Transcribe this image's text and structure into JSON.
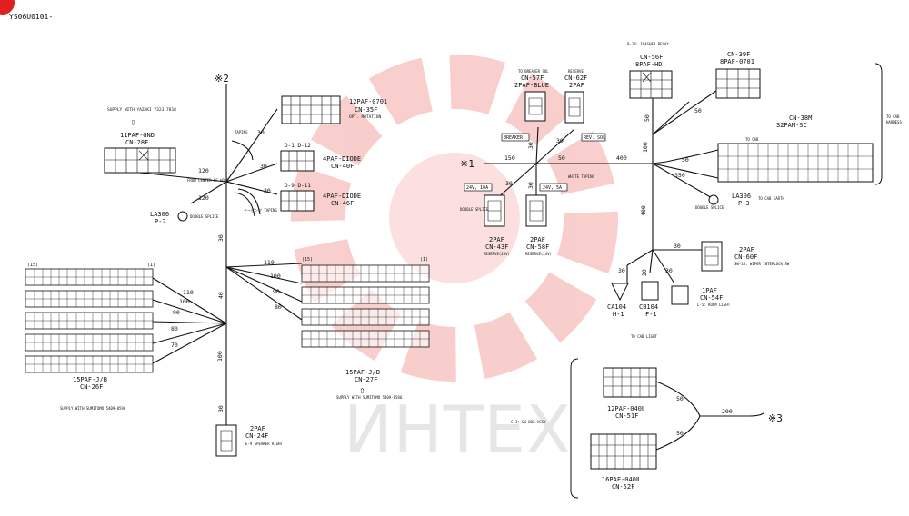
{
  "doc_id": "YS06U0101-",
  "refs": {
    "r1": "※1",
    "r2": "※2",
    "r3": "※3"
  },
  "watermark": {
    "brand": "ИНТЕХ",
    "color": "#e8544e"
  },
  "colors": {
    "accent": "#e02020",
    "wire": "#111111",
    "bg": "#ffffff"
  },
  "connectors": {
    "cn28f_top": {
      "notes": [
        "SUPPLY WITH YAZAKI 7323-7818",
        "⇩"
      ],
      "title": "11PAF-GND",
      "sub": "CN-28F"
    },
    "cn35f": {
      "title": "12PAF-0701",
      "sub": "CN-35F",
      "note": "OPT. ROTATION"
    },
    "cn40f": {
      "top": "D-1 D-12",
      "title": "4PAF-DIODE",
      "sub": "CN-40F"
    },
    "cn46f": {
      "top": "D-9 D-11",
      "title": "4PAF-DIODE",
      "sub": "CN-46F"
    },
    "p2": {
      "title": "LA306",
      "sub": "P-2",
      "note": "DOUBLE SPLICE"
    },
    "cn26f": {
      "idx_l": "(15)",
      "idx_r": "(1)",
      "title": "15PAF-J/B",
      "sub": "CN-26F",
      "note": "SUPPLY WITH SUMITOMO 5409-8596"
    },
    "cn27f": {
      "idx_l": "(15)",
      "idx_r": "(1)",
      "title": "15PAF-J/B",
      "sub": "CN-27F",
      "note": "SUPPLY WITH SUMITOMO 5409-8586",
      "arrow": "⇧"
    },
    "cn24f": {
      "title": "2PAF",
      "sub": "CN-24F",
      "note": "E-9 SPEAKER RIGHT"
    },
    "cn57f": {
      "top": "TO BREAKER SOL",
      "title": "CN-57F",
      "sub": "2PAF-BLUE"
    },
    "cn62f": {
      "top": "RESERVE",
      "title": "CN-62F",
      "sub": "2PAF"
    },
    "cn43f": {
      "tag": "24V, 10A",
      "title": "2PAF",
      "sub": "CN-43F",
      "note": "RESERVE(24V)",
      "splice": "DOUBLE SPLICE"
    },
    "cn58f": {
      "tag": "24V, 5A",
      "title": "2PAF",
      "sub": "CN-58F",
      "note": "RESERVE(24V)"
    },
    "cn56f": {
      "top": "B-1B: FLASHER RELAY",
      "title": "CN-56F",
      "sub": "8PAF-HD"
    },
    "cn39f": {
      "title": "CN-39F",
      "sub": "8PAF-0701"
    },
    "cn38m": {
      "title": "CN-38M",
      "sub": "32PAM-SC",
      "tag": "TO CAB",
      "side": [
        "TO CAB",
        "HARNESS"
      ]
    },
    "p3": {
      "title": "LA306",
      "sub": "P-3",
      "note": "DOUBLE SPLICE",
      "side": "TO CAB EARTH"
    },
    "cn60f": {
      "title": "2PAF",
      "sub": "CN-60F",
      "note": "SW-1B: WIPER INTERLOCK SW"
    },
    "ca104": {
      "title": "CA104",
      "sub": "H-1"
    },
    "cb104": {
      "title": "CB104",
      "sub": "F-1"
    },
    "cn54f": {
      "title": "1PAF",
      "sub": "CN-54F",
      "note": "L-5: ROOM LIGHT"
    },
    "cab_light": "TO CAB LIGHT",
    "cn51f": {
      "title": "12PAF-040Ⅱ",
      "sub": "CN-51F",
      "mid": "C-3: SW BOX ASSY"
    },
    "cn52f": {
      "title": "16PAF-040Ⅱ",
      "sub": "CN-52F"
    }
  },
  "wire_labels": {
    "w30a": "30",
    "w30b": "30",
    "w30c": "30",
    "w120a": "120",
    "w120b": "120",
    "taping1": "TAPING",
    "taping2": "テーピング TAPING",
    "from_center": "FROM CENTER OF HOLE",
    "w30_main1": "30",
    "w40_main": "40",
    "w100_main": "100",
    "w30_main2": "30",
    "w110": "110",
    "w100": "100",
    "w90": "90",
    "w80": "80",
    "l110": "110",
    "l100": "100",
    "l90": "90",
    "l80": "80",
    "l70": "70",
    "breaker": "BREAKER",
    "rev_sol": "REV. SOL",
    "w150": "150",
    "w50a": "50",
    "w400a": "400",
    "w30d": "30",
    "w30e": "30",
    "white_taping": "WHITE TAPING",
    "w30f": "30",
    "w30g": "30",
    "w50b": "50",
    "w100b": "100",
    "w50c": "50",
    "w350": "350",
    "w50d": "50",
    "w400b": "400",
    "w30h": "30",
    "w30i": "30",
    "w30j": "30",
    "w20": "20",
    "w50e": "50",
    "w50f": "50",
    "w200": "200"
  }
}
